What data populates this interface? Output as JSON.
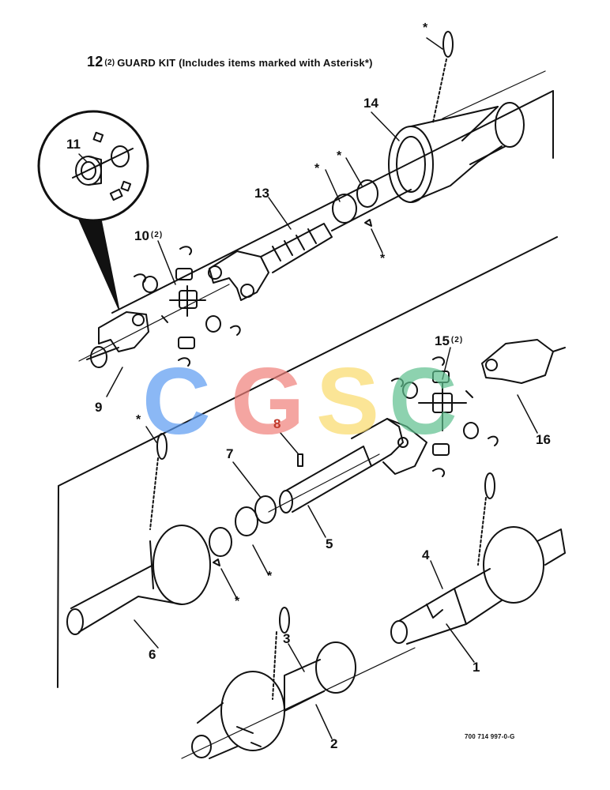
{
  "header": {
    "number": "12",
    "qty": "(2)",
    "text": "GUARD KIT (Includes items marked with Asterisk*)"
  },
  "labels": {
    "n1": "1",
    "n2": "2",
    "n3": "3",
    "n4": "4",
    "n5": "5",
    "n6": "6",
    "n7": "7",
    "n8": "8",
    "n9": "9",
    "n10": "10",
    "n10_qty": "(2)",
    "n11": "11",
    "n13": "13",
    "n14": "14",
    "n15": "15",
    "n15_qty": "(2)",
    "n16": "16"
  },
  "asterisk": "*",
  "watermark": {
    "c1": "C",
    "g": "G",
    "s": "S",
    "c2": "C"
  },
  "colors": {
    "c1": "#5b9bf2",
    "g": "#f07f7a",
    "s": "#fadb6a",
    "c2": "#5dbf8e",
    "ink": "#111111",
    "label8": "#c0392b"
  },
  "reference": "700 714 997-0-G"
}
